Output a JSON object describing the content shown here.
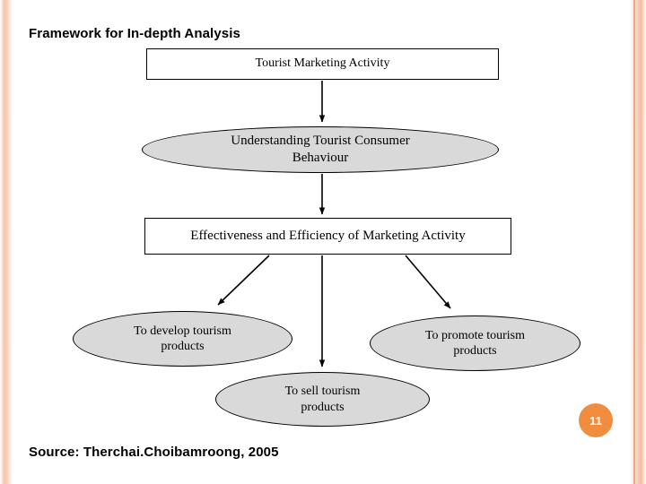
{
  "slide": {
    "title": "Framework for In-depth Analysis",
    "source": "Source: Therchai.Choibamroong, 2005",
    "page_number": "11"
  },
  "diagram": {
    "type": "flow",
    "nodes": [
      {
        "id": "tourist-marketing-activity",
        "label": "Tourist Marketing Activity",
        "shape": "rectangle",
        "fill": "#ffffff"
      },
      {
        "id": "understanding-tourist-consumer-behaviour",
        "label": "Understanding Tourist Consumer Behaviour",
        "shape": "ellipse",
        "fill": "#d9d9d9"
      },
      {
        "id": "effectiveness-and-efficiency-of-marketing-activity",
        "label": "Effectiveness and Efficiency of Marketing Activity",
        "shape": "rectangle",
        "fill": "#ffffff"
      },
      {
        "id": "to-develop-tourism-products",
        "label": "To develop tourism products",
        "shape": "ellipse",
        "fill": "#d9d9d9"
      },
      {
        "id": "to-promote-tourism-products",
        "label": "To promote tourism products",
        "shape": "ellipse",
        "fill": "#d9d9d9"
      },
      {
        "id": "to-sell-tourism-products",
        "label": "To sell tourism products",
        "shape": "ellipse",
        "fill": "#d9d9d9"
      }
    ],
    "edges": [
      {
        "from": "tourist-marketing-activity",
        "to": "understanding-tourist-consumer-behaviour"
      },
      {
        "from": "understanding-tourist-consumer-behaviour",
        "to": "effectiveness-and-efficiency-of-marketing-activity"
      },
      {
        "from": "effectiveness-and-efficiency-of-marketing-activity",
        "to": "to-develop-tourism-products"
      },
      {
        "from": "effectiveness-and-efficiency-of-marketing-activity",
        "to": "to-sell-tourism-products"
      },
      {
        "from": "effectiveness-and-efficiency-of-marketing-activity",
        "to": "to-promote-tourism-products"
      }
    ]
  },
  "labels": {
    "understanding_line1": "Understanding Tourist Consumer",
    "understanding_line2": "Behaviour",
    "develop_line1": "To develop tourism",
    "develop_line2": "products",
    "promote_line1": "To promote tourism",
    "promote_line2": "products",
    "sell_line1": "To sell tourism",
    "sell_line2": "products"
  }
}
